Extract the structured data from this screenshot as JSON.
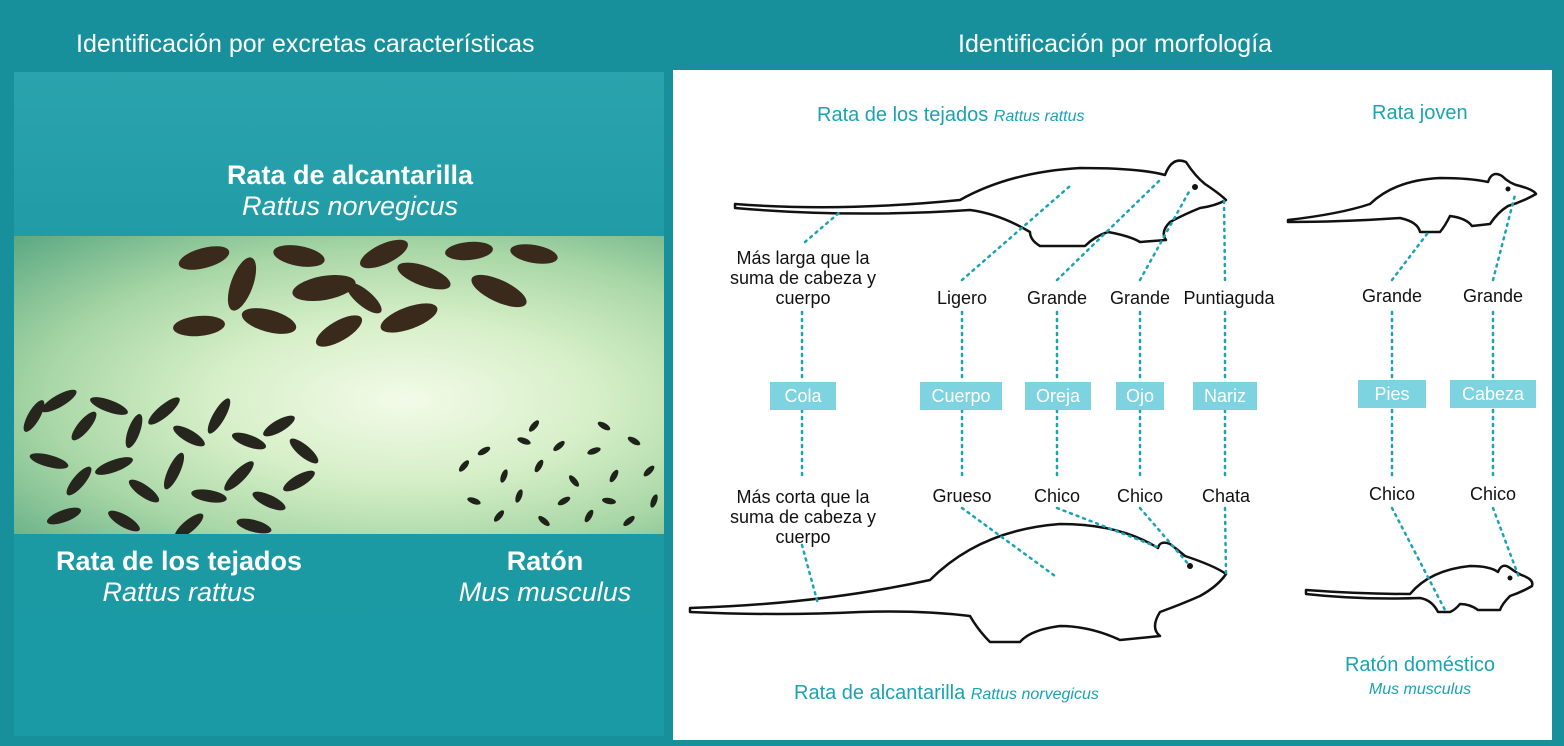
{
  "headers": {
    "left": "Identificación por excretas características",
    "right": "Identificación por morfología"
  },
  "left_panel": {
    "sewer_rat": {
      "name": "Rata de alcantarilla",
      "latin": "Rattus norvegicus"
    },
    "roof_rat": {
      "name": "Rata de los tejados",
      "latin": "Rattus rattus"
    },
    "mouse": {
      "name": "Ratón",
      "latin": "Mus musculus"
    }
  },
  "right_panel": {
    "top_title": {
      "name": "Rata de los tejados",
      "latin": "Rattus rattus"
    },
    "young_title": "Rata joven",
    "bottom_title": {
      "name": "Rata de alcantarilla",
      "latin": "Rattus norvegicus"
    },
    "mouse_title": {
      "name": "Ratón doméstico",
      "latin": "Mus musculus"
    },
    "top_traits": {
      "cola": "Más larga que la suma de cabeza y cuerpo",
      "cuerpo": "Ligero",
      "oreja": "Grande",
      "ojo": "Grande",
      "nariz": "Puntiaguda",
      "pies": "Grande",
      "cabeza": "Grande"
    },
    "features": {
      "cola": "Cola",
      "cuerpo": "Cuerpo",
      "oreja": "Oreja",
      "ojo": "Ojo",
      "nariz": "Nariz",
      "pies": "Pies",
      "cabeza": "Cabeza"
    },
    "bottom_traits": {
      "cola": "Más corta que la suma de cabeza y cuerpo",
      "cuerpo": "Grueso",
      "oreja": "Chico",
      "ojo": "Chico",
      "nariz": "Chata",
      "pies": "Chico",
      "cabeza": "Chico"
    }
  },
  "colors": {
    "teal": "#17909b",
    "accent": "#1aa3b3",
    "feature_box": "#7dd3df"
  }
}
